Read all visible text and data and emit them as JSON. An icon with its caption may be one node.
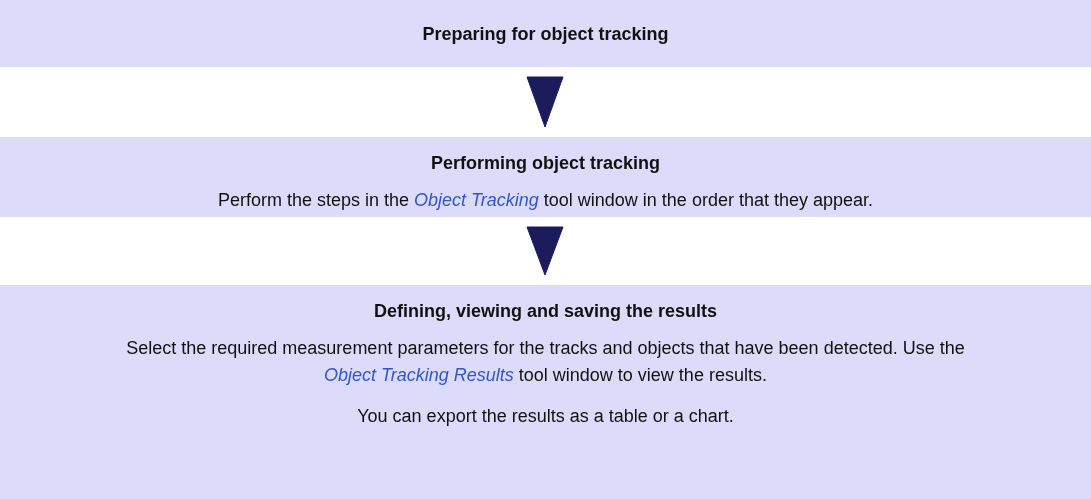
{
  "diagram": {
    "nodes": [
      {
        "text": [
          "Preparing for object tracking"
        ]
      },
      {
        "text": [
          "Performing object tracking",
          "Perform the steps in the *Object Tracking* tool window in the order that they appear."
        ]
      },
      {
        "text": [
          "Defining, viewing and saving the results",
          "Select the required measurement parameters for the tracks and objects that have been detected. Use the *Object Tracking Results* tool window to view the results.",
          "You can export the results as a table or a chart."
        ]
      }
    ],
    "edges": [
      {
        "from": 0,
        "to": 1,
        "arrow": "to"
      },
      {
        "from": 1,
        "to": 2,
        "arrow": "to"
      }
    ]
  }
}
